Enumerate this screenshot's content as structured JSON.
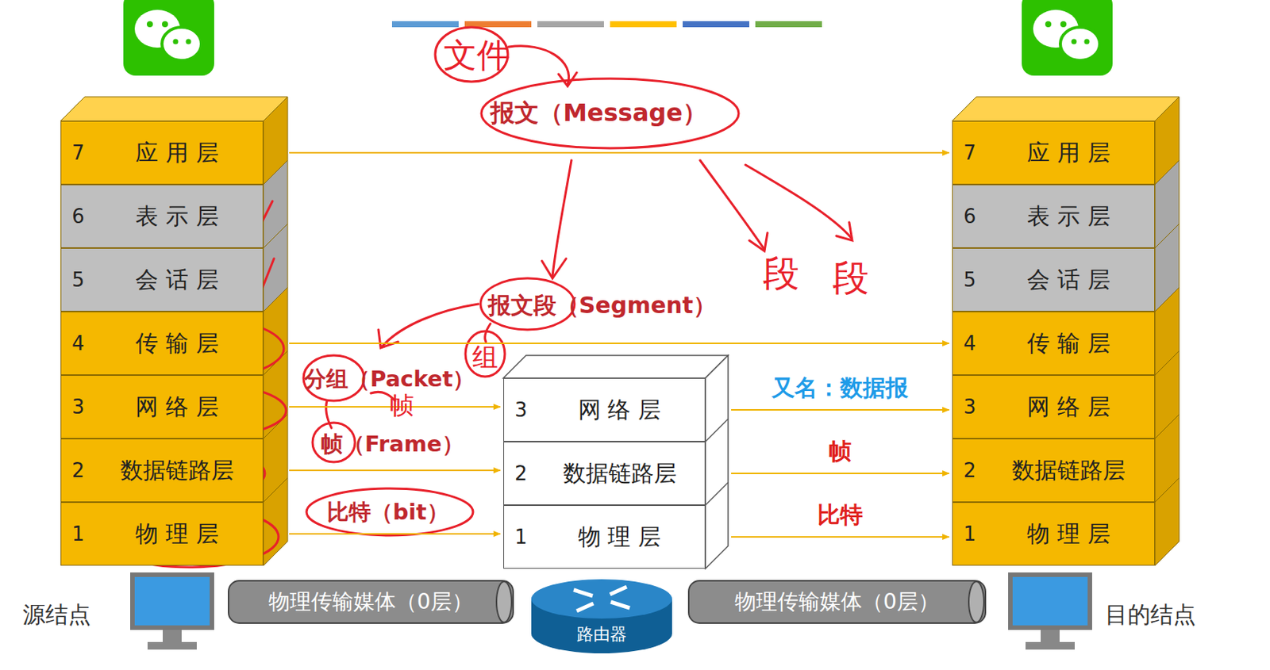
{
  "diagram": {
    "nodes": [
      {
        "text": [
          "7",
          "应 用 层"
        ]
      },
      {
        "text": [
          "6",
          "表 示 层"
        ]
      },
      {
        "text": [
          "5",
          "会 话 层"
        ]
      },
      {
        "text": [
          "4",
          "传 输 层"
        ]
      },
      {
        "text": [
          "3",
          "网 络 层"
        ]
      },
      {
        "text": [
          "2",
          "数据链路层"
        ]
      },
      {
        "text": [
          "1",
          "物 理 层"
        ]
      },
      {
        "text": [
          "3",
          "网 络 层"
        ]
      },
      {
        "text": [
          "2",
          "数据链路层"
        ]
      },
      {
        "text": [
          "1",
          "物 理 层"
        ]
      },
      {
        "text": [
          "7",
          "应 用 层"
        ]
      },
      {
        "text": [
          "6",
          "表 示 层"
        ]
      },
      {
        "text": [
          "5",
          "会 话 层"
        ]
      },
      {
        "text": [
          "4",
          "传 输 层"
        ]
      },
      {
        "text": [
          "3",
          "网 络 层"
        ]
      },
      {
        "text": [
          "2",
          "数据链路层"
        ]
      },
      {
        "text": [
          "1",
          "物 理 层"
        ]
      },
      {
        "text": [
          "物理传输媒体（0层）"
        ]
      },
      {
        "text": [
          "路由器"
        ]
      },
      {
        "text": [
          "物理传输媒体（0层）"
        ]
      }
    ],
    "edges": [
      {
        "from": 0,
        "to": 10,
        "arrow": "to"
      },
      {
        "from": 3,
        "to": 13,
        "arrow": "to"
      },
      {
        "from": 4,
        "to": 7,
        "arrow": "to"
      },
      {
        "from": 5,
        "to": 8,
        "arrow": "to"
      },
      {
        "from": 6,
        "to": 9,
        "arrow": "to"
      },
      {
        "from": 7,
        "to": 14,
        "arrow": "to",
        "label": "又名：数据报"
      },
      {
        "from": 8,
        "to": 15,
        "arrow": "to",
        "label": "帧"
      },
      {
        "from": 9,
        "to": 16,
        "arrow": "to",
        "label": "比特"
      }
    ],
    "labels": [
      "文件",
      "报文（Message）",
      "报文段（Segment）",
      "分组（Packet）",
      "组",
      "帧（Frame）",
      "帧",
      "比特（bit）",
      "段",
      "段",
      "源结点",
      "目的结点"
    ]
  }
}
